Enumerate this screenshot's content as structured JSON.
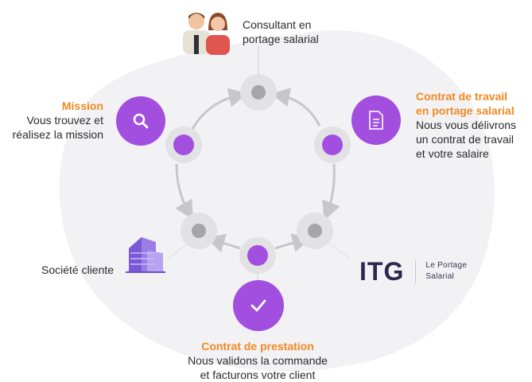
{
  "consultant": {
    "line1": "Consultant en",
    "line2": "portage salarial"
  },
  "contrat_travail": {
    "title1": "Contrat de travail",
    "title2": "en portage salarial",
    "desc1": "Nous vous délivrons",
    "desc2": "un contrat de travail",
    "desc3": "et votre salaire"
  },
  "mission": {
    "title": "Mission",
    "desc1": "Vous trouvez et",
    "desc2": "réalisez la mission"
  },
  "societe": {
    "label": "Société cliente"
  },
  "prestation": {
    "title": "Contrat de prestation",
    "desc1": "Nous validons la commande",
    "desc2": "et facturons votre client"
  },
  "brand": {
    "logo": "ITG",
    "sub1": "Le Portage",
    "sub2": "Salarial"
  },
  "colors": {
    "accent": "#a24fe0",
    "title": "#f08a24",
    "blob": "#f2f1f3",
    "node": "#e2e1e4",
    "dot_grey": "#a6a6a6"
  },
  "icons": [
    "people-icon",
    "search-icon",
    "document-icon",
    "check-icon",
    "building-icon"
  ]
}
